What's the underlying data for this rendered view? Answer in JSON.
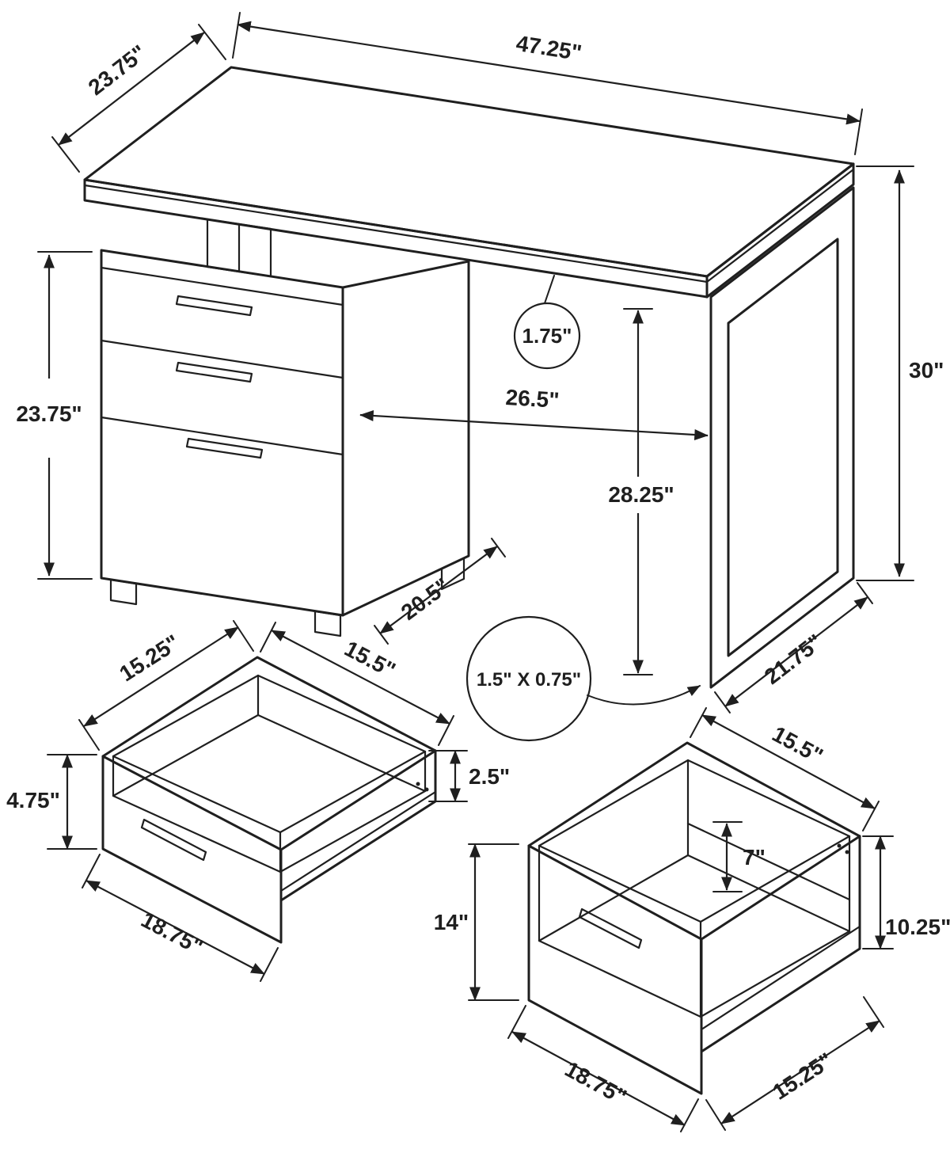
{
  "diagram": {
    "line_color": "#1f1f1f",
    "bg_color": "#ffffff"
  },
  "desk": {
    "dims": {
      "top_depth": "23.75\"",
      "top_width": "47.25\"",
      "overall_height": "30\"",
      "cabinet_height": "23.75\"",
      "top_thickness": "1.75\"",
      "knee_clearance_width": "26.5\"",
      "knee_clearance_height": "28.25\"",
      "cabinet_depth": "20.5\"",
      "leg_depth": "21.75\"",
      "leg_tube": "1.5\" X 0.75\""
    }
  },
  "small_drawer": {
    "dims": {
      "depth_left": "15.25\"",
      "depth_right": "15.5\"",
      "front_height": "4.75\"",
      "side_height": "2.5\"",
      "front_width": "18.75\""
    }
  },
  "file_drawer": {
    "dims": {
      "top_depth": "15.5\"",
      "rail_height": "7\"",
      "front_height": "14\"",
      "side_height": "10.25\"",
      "front_width": "18.75\"",
      "bottom_depth": "15.25\""
    }
  }
}
